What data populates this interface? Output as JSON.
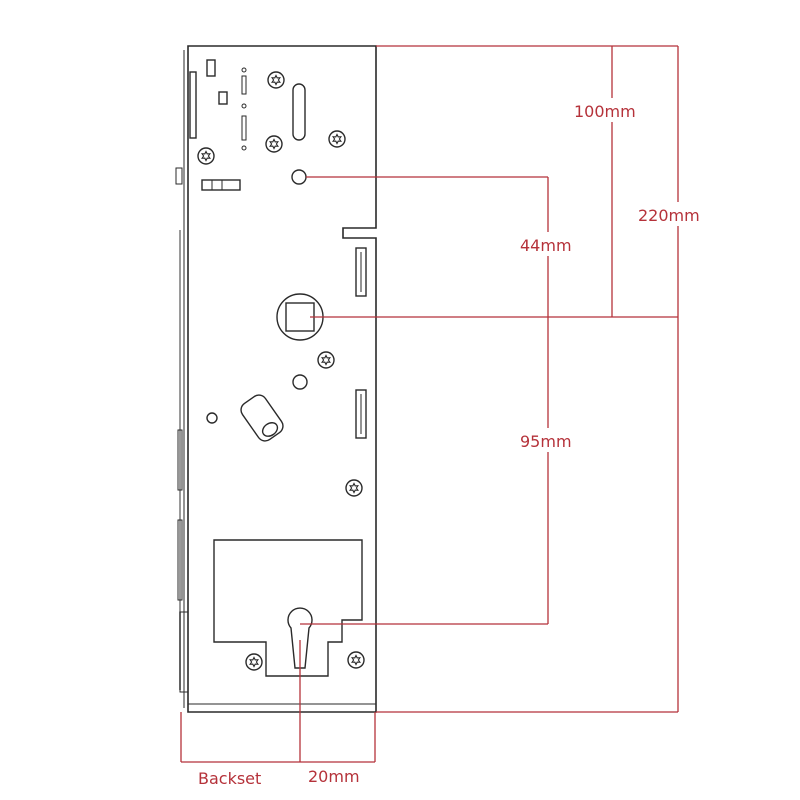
{
  "dimensions": {
    "d100": "100mm",
    "d220": "220mm",
    "d44": "44mm",
    "d95": "95mm",
    "backset_label": "Backset",
    "backset_value": "20mm"
  },
  "colors": {
    "dimension": "#b5323a",
    "ink": "#2a2a2a"
  }
}
